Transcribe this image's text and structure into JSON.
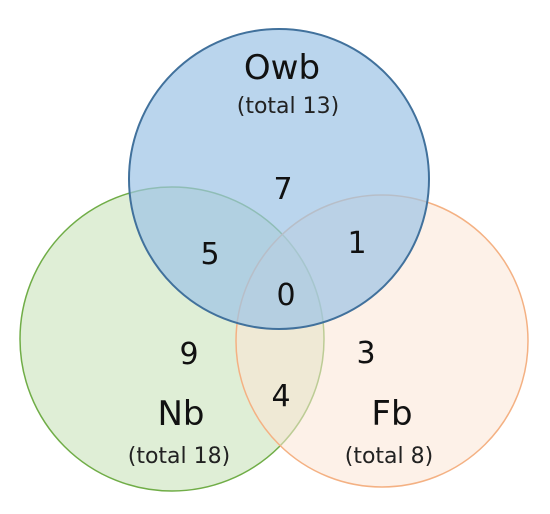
{
  "sets": [
    {
      "key": "owb",
      "name": "Owb",
      "total_label": "(total 13)",
      "total": 13,
      "fill": "#9dc3e6",
      "fill_opacity": 0.7,
      "stroke": "#41719c"
    },
    {
      "key": "nb",
      "name": "Nb",
      "total_label": "(total 18)",
      "total": 18,
      "fill": "#c5e0b4",
      "fill_opacity": 0.55,
      "stroke": "#70ad47"
    },
    {
      "key": "fb",
      "name": "Fb",
      "total_label": "(total 8)",
      "total": 8,
      "fill": "#fbe5d6",
      "fill_opacity": 0.55,
      "stroke": "#f4b183"
    }
  ],
  "regions": {
    "owb_only": "7",
    "nb_only": "9",
    "fb_only": "3",
    "owb_nb": "5",
    "owb_fb": "1",
    "nb_fb": "4",
    "all_three": "0"
  }
}
